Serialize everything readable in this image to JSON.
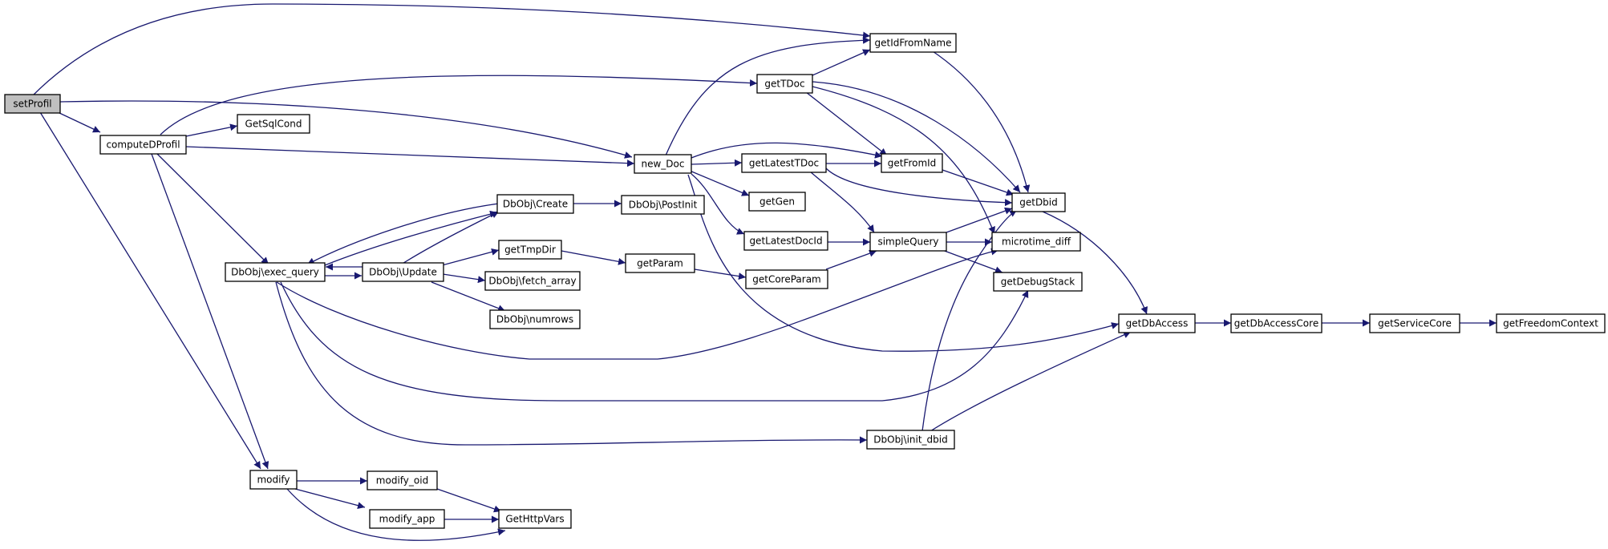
{
  "nodes": {
    "setProfil": "setProfil",
    "computeDProfil": "computeDProfil",
    "GetSqlCond": "GetSqlCond",
    "getTDoc": "getTDoc",
    "getIdFromName": "getIdFromName",
    "new_Doc": "new_Doc",
    "getLatestTDoc": "getLatestTDoc",
    "getFromId": "getFromId",
    "getGen": "getGen",
    "getLatestDocId": "getLatestDocId",
    "getDbid": "getDbid",
    "simpleQuery": "simpleQuery",
    "microtime_diff": "microtime_diff",
    "getDebugStack": "getDebugStack",
    "getCoreParam": "getCoreParam",
    "getParam": "getParam",
    "getTmpDir": "getTmpDir",
    "DbObjCreate": "DbObj\\Create",
    "DbObjPostInit": "DbObj\\PostInit",
    "DbObjExecQuery": "DbObj\\exec_query",
    "DbObjUpdate": "DbObj\\Update",
    "DbObjFetchArray": "DbObj\\fetch_array",
    "DbObjNumrows": "DbObj\\numrows",
    "DbObjInitDbid": "DbObj\\init_dbid",
    "getDbAccess": "getDbAccess",
    "getDbAccessCore": "getDbAccessCore",
    "getServiceCore": "getServiceCore",
    "getFreedomContext": "getFreedomContext",
    "modify": "modify",
    "modify_oid": "modify_oid",
    "modify_app": "modify_app",
    "GetHttpVars": "GetHttpVars"
  },
  "colors": {
    "edge": "#191970",
    "root_fill": "#bfbfbf",
    "node_fill": "#ffffff",
    "node_border": "#000000"
  }
}
